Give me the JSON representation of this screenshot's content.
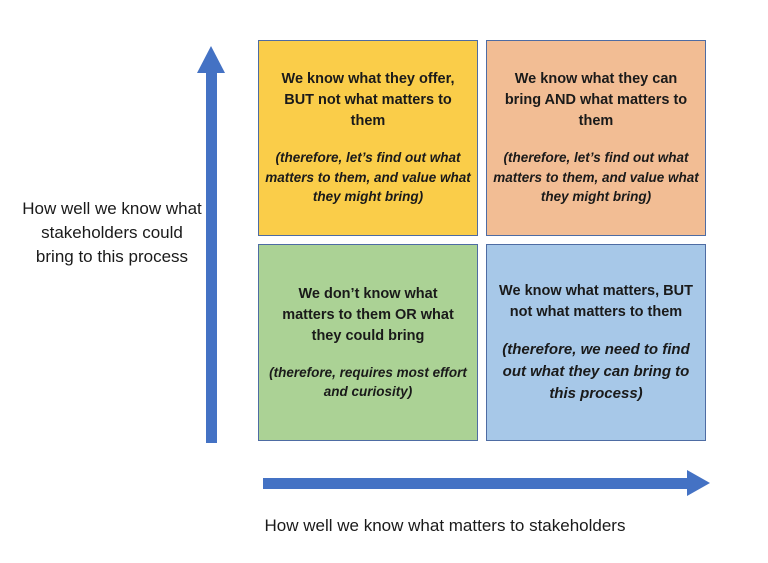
{
  "axes": {
    "y": {
      "label": "How well we know what stakeholders could bring to this process"
    },
    "x": {
      "label": "How well we know what matters to stakeholders"
    }
  },
  "quadrants": {
    "top_left": {
      "color": "#FACD49",
      "heading": "We know what they offer, BUT not what matters to them",
      "note": "(therefore, let’s find out what matters to them, and value what they might bring)"
    },
    "top_right": {
      "color": "#F2BD94",
      "heading": "We know what they can bring AND what matters to them",
      "note": "(therefore, let’s find out what matters to them, and value what they might bring)"
    },
    "bottom_left": {
      "color": "#ABD295",
      "heading": "We don’t know what matters to them OR what they could bring",
      "note": "(therefore, requires most effort and curiosity)"
    },
    "bottom_right": {
      "color": "#A7C8E8",
      "heading": "We know what matters, BUT not what matters to them",
      "note": "(therefore, we need to find out what they can bring to this process)"
    }
  },
  "colors": {
    "arrow": "#4472C4",
    "quadrant_border": "#4E6CA3",
    "text": "#1A1A1A"
  }
}
